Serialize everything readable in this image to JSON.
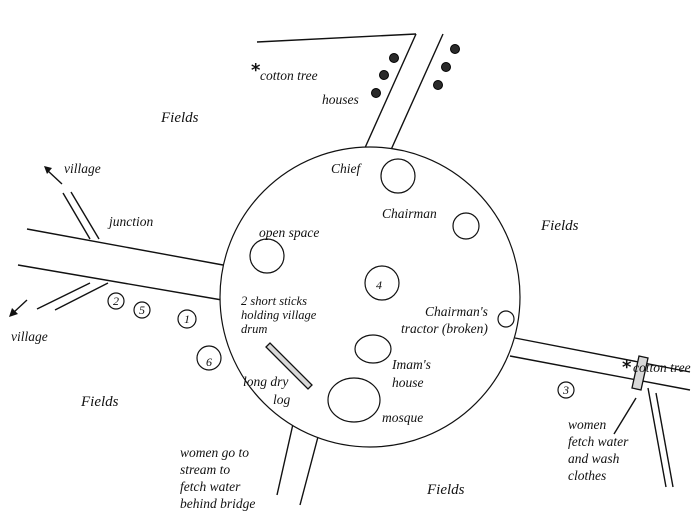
{
  "map": {
    "title": "Village sketch map",
    "colors": {
      "ink": "#111111",
      "background": "#ffffff",
      "house_fill": "#2a2a2a",
      "bridge_fill": "#d8d8d8"
    },
    "labels": {
      "fields_top_left": "Fields",
      "fields_right": "Fields",
      "fields_bottom_left": "Fields",
      "fields_bottom": "Fields",
      "cotton_tree_top": "cotton tree",
      "cotton_tree_right": "cotton tree",
      "houses": "houses",
      "village_top": "village",
      "village_bottom": "village",
      "junction": "junction",
      "chief": "Chief",
      "chairman": "Chairman",
      "open_space": "open space",
      "drum_line1": "2 short sticks",
      "drum_line2": "holding village",
      "drum_line3": "drum",
      "tractor_line1": "Chairman's",
      "tractor_line2": "tractor (broken)",
      "imam_line1": "Imam's",
      "imam_line2": "house",
      "mosque": "mosque",
      "log_line1": "long dry",
      "log_line2": "log",
      "stream_line1": "women go to",
      "stream_line2": "stream to",
      "stream_line3": "fetch water",
      "stream_line4": "behind bridge",
      "wash_line1": "women",
      "wash_line2": "fetch water",
      "wash_line3": "and wash",
      "wash_line4": "clothes"
    },
    "markers": {
      "star": "*",
      "numbered_sites": [
        "1",
        "2",
        "3",
        "4",
        "5",
        "6"
      ]
    },
    "icons": {
      "tree": "asterisk",
      "house": "filled-dot",
      "direction": "arrow"
    }
  }
}
